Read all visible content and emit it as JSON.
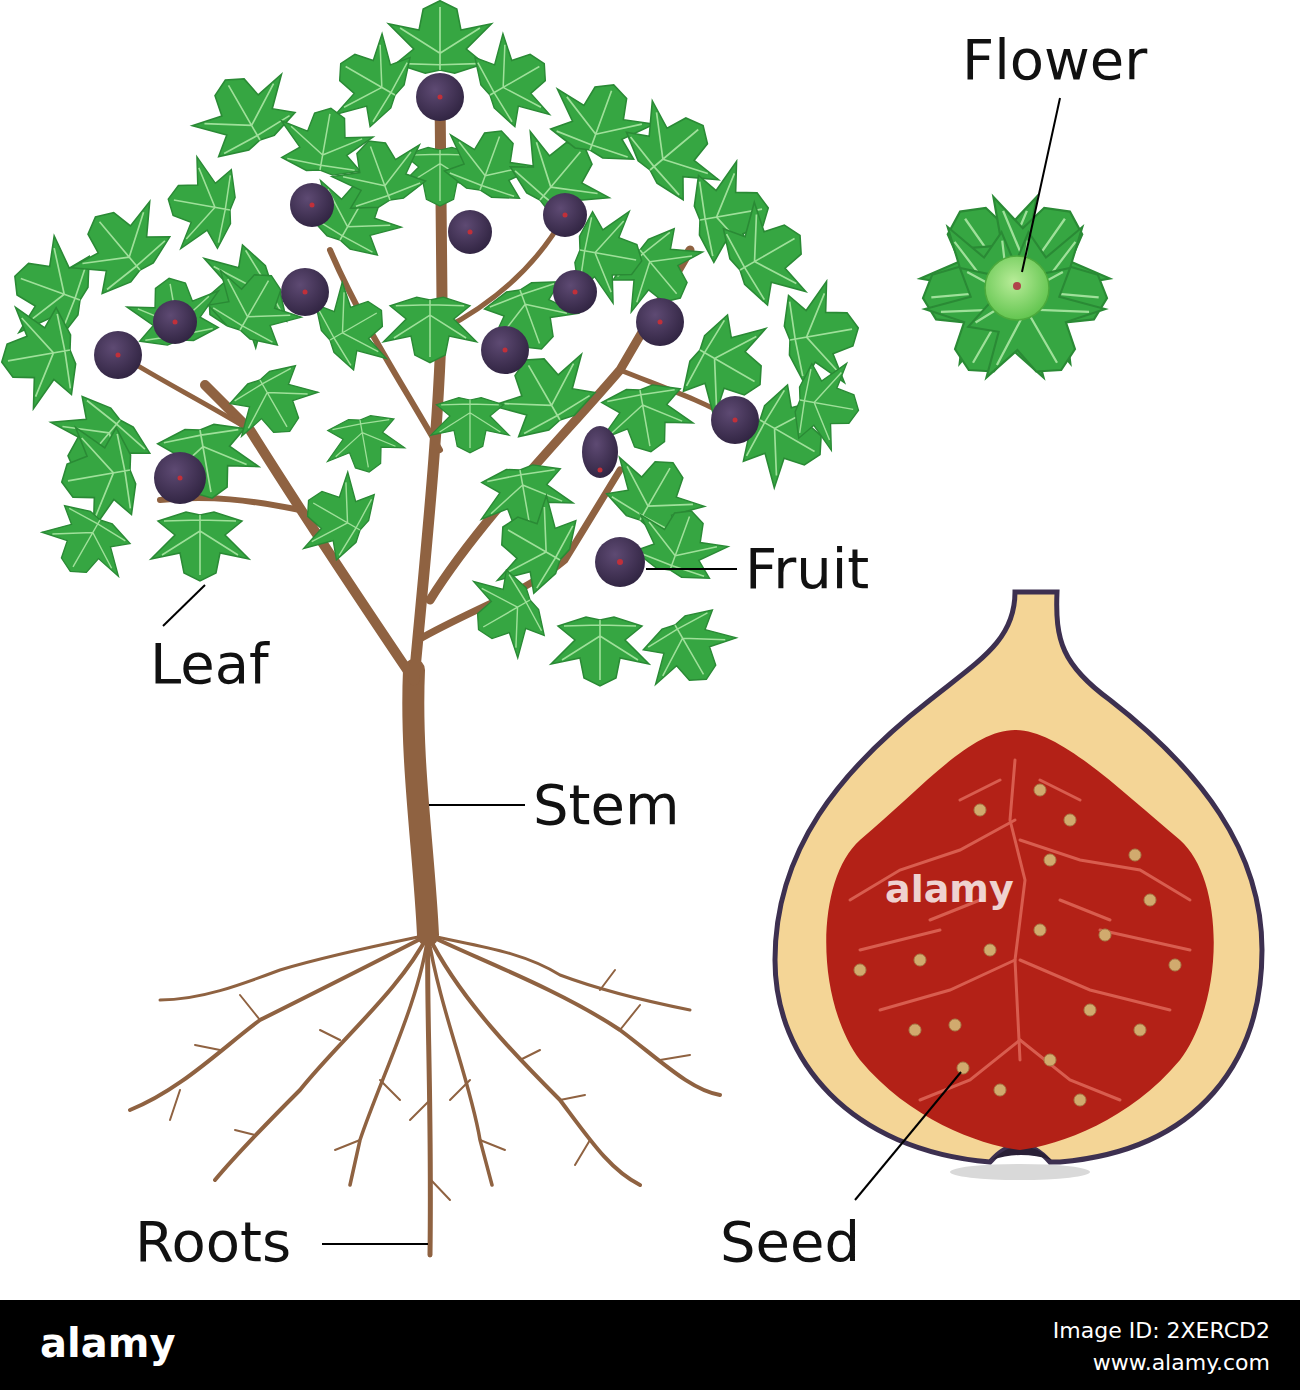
{
  "diagram": {
    "labels": [
      "Flower",
      "Fruit",
      "Leaf",
      "Stem",
      "Roots",
      "Seed",
      "alamy",
      "alamy",
      "Image ID: 2XERCD2",
      "www.alamy.com"
    ]
  }
}
